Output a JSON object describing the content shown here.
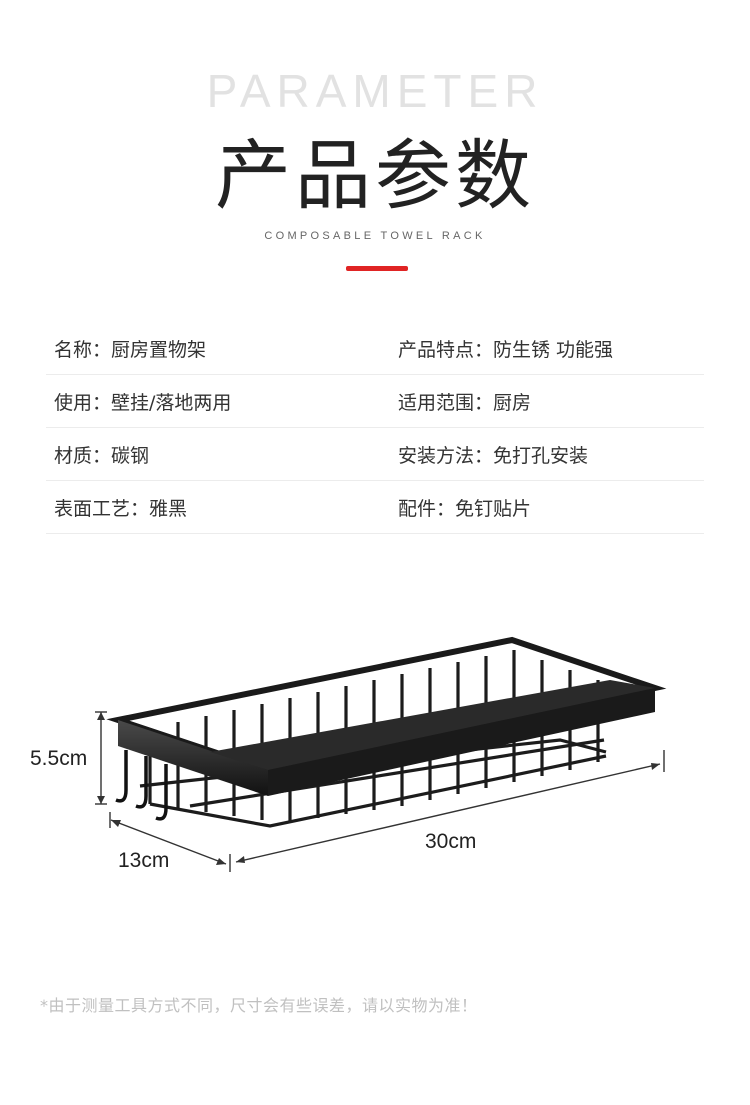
{
  "header": {
    "en_title": "PARAMETER",
    "cn_title": "产品参数",
    "subtitle": "COMPOSABLE TOWEL RACK",
    "accent_color": "#e02424"
  },
  "params": [
    {
      "left": "名称：厨房置物架",
      "right": "产品特点：防生锈 功能强"
    },
    {
      "left": "使用：壁挂/落地两用",
      "right": "适用范围：厨房"
    },
    {
      "left": "材质：碳钢",
      "right": "安装方法：免打孔安装"
    },
    {
      "left": "表面工艺：雅黑",
      "right": "配件：免钉贴片"
    }
  ],
  "dimensions": {
    "height": "5.5cm",
    "depth": "13cm",
    "width": "30cm"
  },
  "footnote": "*由于测量工具方式不同，尺寸会有些误差，请以实物为准！"
}
